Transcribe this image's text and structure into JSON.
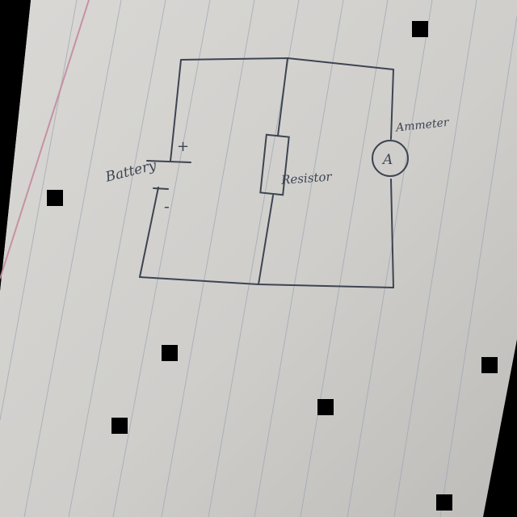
{
  "photo": {
    "paper_color": "#d6d5d2",
    "shadow_color": "#bcbcb8",
    "rule_color": "#9fa7b3",
    "margin_color": "#c58aa0",
    "ink_color": "#3d4452",
    "background_color": "#000000"
  },
  "diagram": {
    "labels": {
      "battery": "Battery",
      "battery_plus": "+",
      "battery_minus": "-",
      "resistor": "Resistor",
      "ammeter": "Ammeter",
      "ammeter_symbol": "A"
    }
  }
}
